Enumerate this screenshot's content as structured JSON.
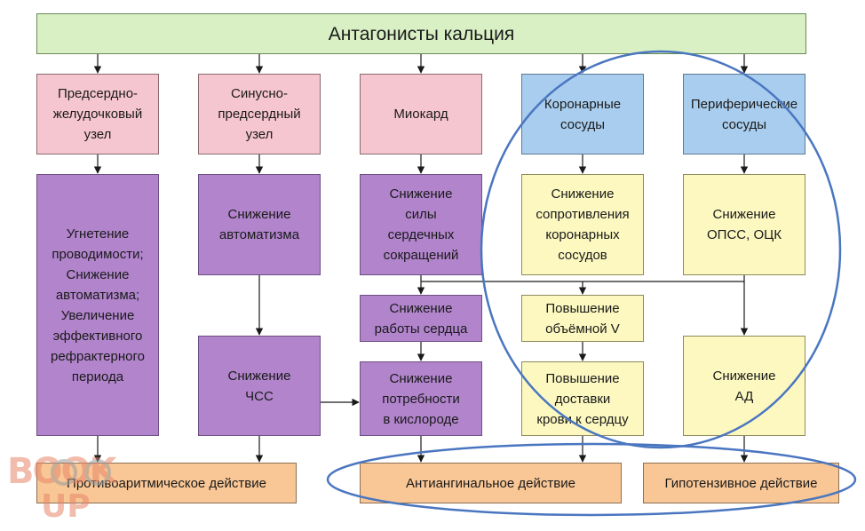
{
  "diagram": {
    "title": "Антагонисты кальция",
    "targets": {
      "av_node": "Предсердно-\nжелудочковый\nузел",
      "sa_node": "Синусно-\nпредсердный\nузел",
      "myocardium": "Миокард",
      "coronary_vessels": "Коронарные\nсосуды",
      "peripheral_vessels": "Периферические\nсосуды"
    },
    "effects": {
      "av_effect": "Угнетение\nпроводимости;\nСнижение\nавтоматизма;\nУвеличение\nэффективного\nрефрактерного\nпериода",
      "sa_automatism": "Снижение\nавтоматизма",
      "sa_hr": "Снижение\nЧСС",
      "contractility": "Снижение\nсилы\nсердечных\nсокращений",
      "heart_work": "Снижение\nработы сердца",
      "oxygen_demand": "Снижение\nпотребности\nв кислороде",
      "coronary_resistance": "Снижение\nсопротивления\nкоронарных\nсосудов",
      "volume_increase": "Повышение\nобъёмной V",
      "blood_delivery": "Повышение\nдоставки\nкрови к сердцу",
      "opss": "Снижение\nОПСС, ОЦК",
      "bp": "Снижение\nАД"
    },
    "outcomes": {
      "antiarrhythmic": "Противоаритмическое действие",
      "antianginal": "Антиангинальное действие",
      "hypotensive": "Гипотензивное действие"
    },
    "colors": {
      "title_bg": "#d8f0c4",
      "target_pink": "#f6c6d0",
      "target_blue": "#a9cdee",
      "effect_purple": "#b184cc",
      "effect_yellow": "#fcf8c0",
      "outcome_orange": "#f9c796",
      "highlight_ellipse": "#4a76c0"
    }
  },
  "watermark": {
    "text_top": "BOOK",
    "text_bottom": "UP"
  }
}
